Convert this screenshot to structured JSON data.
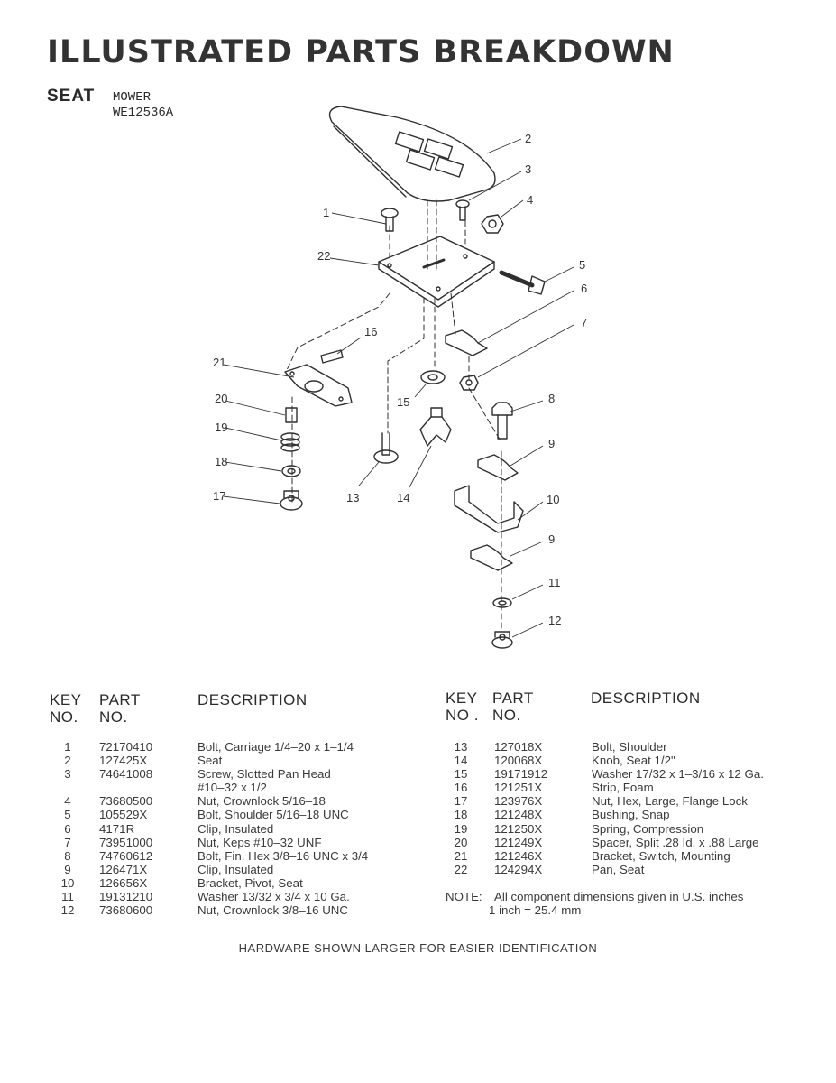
{
  "header": {
    "title": "ILLUSTRATED PARTS BREAKDOWN",
    "section": "SEAT",
    "model_type": "MOWER",
    "model_number": "WE12536A"
  },
  "diagram": {
    "callouts": [
      "1",
      "2",
      "3",
      "4",
      "5",
      "6",
      "7",
      "8",
      "9",
      "10",
      "9",
      "11",
      "12",
      "13",
      "14",
      "15",
      "16",
      "17",
      "18",
      "19",
      "20",
      "21",
      "22"
    ]
  },
  "table_headers": {
    "key": "KEY",
    "no": "NO.",
    "part": "PART",
    "part_no": "NO.",
    "description": "DESCRIPTION",
    "key_right": "KEY",
    "no_right": "NO .",
    "part_right": "PART",
    "part_no_right": "NO.",
    "description_right": "DESCRIPTION"
  },
  "parts_left": [
    {
      "key": "1",
      "part": "72170410",
      "description": "Bolt, Carriage 1/4–20 x 1–1/4"
    },
    {
      "key": "2",
      "part": "127425X",
      "description": "Seat"
    },
    {
      "key": "3",
      "part": "74641008",
      "description": "Screw, Slotted Pan Head"
    },
    {
      "key": "",
      "part": "",
      "description": "#10–32 x 1/2"
    },
    {
      "key": "4",
      "part": "73680500",
      "description": "Nut, Crownlock 5/16–18"
    },
    {
      "key": "5",
      "part": "105529X",
      "description": "Bolt, Shoulder 5/16–18 UNC"
    },
    {
      "key": "6",
      "part": "4171R",
      "description": "Clip, Insulated"
    },
    {
      "key": "7",
      "part": "73951000",
      "description": "Nut, Keps #10–32 UNF"
    },
    {
      "key": "8",
      "part": "74760612",
      "description": "Bolt, Fin. Hex 3/8–16 UNC x 3/4"
    },
    {
      "key": "9",
      "part": "126471X",
      "description": "Clip, Insulated"
    },
    {
      "key": "10",
      "part": "126656X",
      "description": "Bracket, Pivot, Seat"
    },
    {
      "key": "11",
      "part": "19131210",
      "description": "Washer 13/32 x 3/4 x 10 Ga."
    },
    {
      "key": "12",
      "part": "73680600",
      "description": "Nut, Crownlock 3/8–16 UNC"
    }
  ],
  "parts_right": [
    {
      "key": "13",
      "part": "127018X",
      "description": "Bolt, Shoulder"
    },
    {
      "key": "14",
      "part": "120068X",
      "description": "Knob, Seat 1/2\""
    },
    {
      "key": "15",
      "part": "19171912",
      "description": "Washer 17/32 x 1–3/16 x 12 Ga."
    },
    {
      "key": "16",
      "part": "121251X",
      "description": "Strip, Foam"
    },
    {
      "key": "17",
      "part": "123976X",
      "description": "Nut, Hex, Large, Flange Lock"
    },
    {
      "key": "18",
      "part": "121248X",
      "description": "Bushing, Snap"
    },
    {
      "key": "19",
      "part": "121250X",
      "description": "Spring, Compression"
    },
    {
      "key": "20",
      "part": "121249X",
      "description": "Spacer, Split .28 Id. x .88 Large"
    },
    {
      "key": "21",
      "part": "121246X",
      "description": "Bracket, Switch, Mounting"
    },
    {
      "key": "22",
      "part": "124294X",
      "description": "Pan, Seat"
    }
  ],
  "note": {
    "label": "NOTE:",
    "line1": "All component dimensions given in U.S. inches",
    "line2": "1 inch = 25.4 mm"
  },
  "footer": "HARDWARE SHOWN LARGER FOR EASIER IDENTIFICATION"
}
